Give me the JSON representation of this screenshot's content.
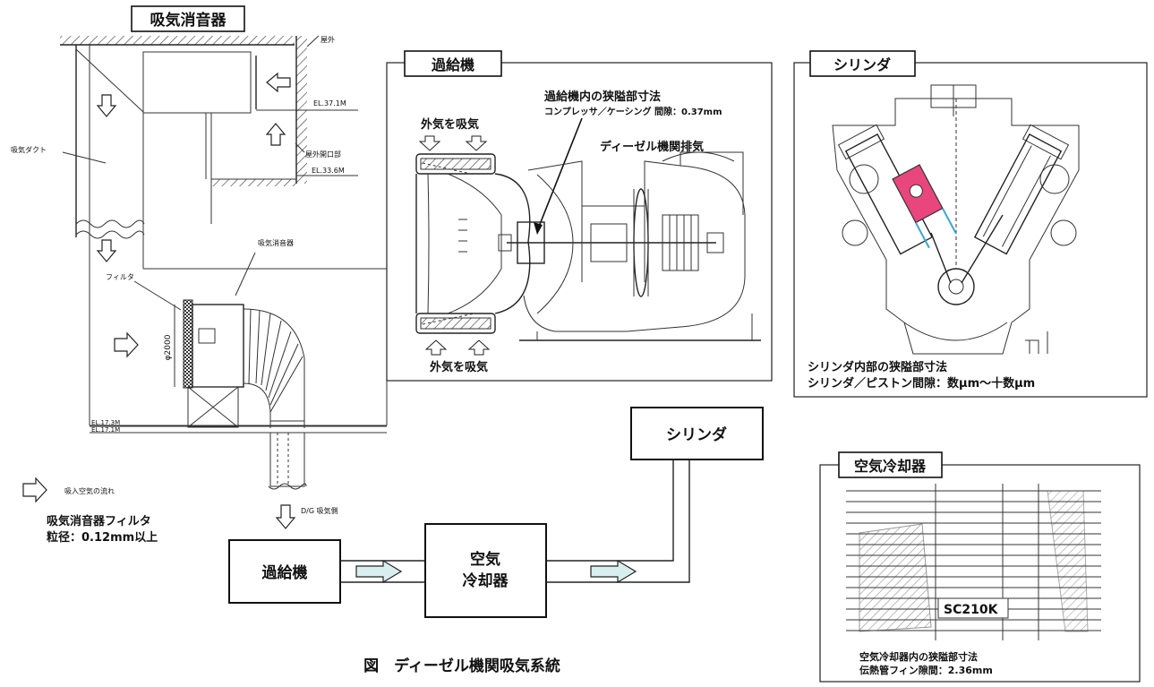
{
  "colors": {
    "line": "#222222",
    "piston_highlight": "#e8467c",
    "arrow_fill": "#d9efef"
  },
  "intake_silencer": {
    "title": "吸気消音器",
    "outdoor_label": "屋外",
    "el_top": "EL.37.1M",
    "outdoor_opening": "屋外開口部",
    "el_mid": "EL.33.6M",
    "duct_label": "吸気ダクト",
    "silencer_label": "吸気消音器",
    "filter_label": "フィルタ",
    "diameter_label": "φ2000",
    "el_low1": "EL.17.3M",
    "el_low2": "EL.17.1M",
    "dg_intake_side": "D/G 吸気側",
    "legend_text": "吸入空気の流れ",
    "filter_caption_line1": "吸気消音器フィルタ",
    "filter_caption_line2": "粒径：0.12mm以上"
  },
  "turbocharger": {
    "title": "過給機",
    "gap_title": "過給機内の狭隘部寸法",
    "gap_detail": "コンプレッサ／ケーシング 間隙：0.37mm",
    "intake_top": "外気を吸気",
    "intake_bottom": "外気を吸気",
    "exhaust": "ディーゼル機関排気"
  },
  "cylinder": {
    "title": "シリンダ",
    "caption_line1": "シリンダ内部の狭隘部寸法",
    "caption_line2": "シリンダ／ピストン間隙：数μm～十数μm"
  },
  "air_cooler": {
    "title": "空気冷却器",
    "model_label": "SC210K",
    "caption_line1": "空気冷却器内の狭隘部寸法",
    "caption_line2": "伝熱管フィン隙間：2.36mm"
  },
  "flow": {
    "turbo_box": "過給機",
    "cooler_line1": "空気",
    "cooler_line2": "冷却器",
    "cylinder_box": "シリンダ"
  },
  "figure_caption": "図　ディーゼル機関吸気系統"
}
